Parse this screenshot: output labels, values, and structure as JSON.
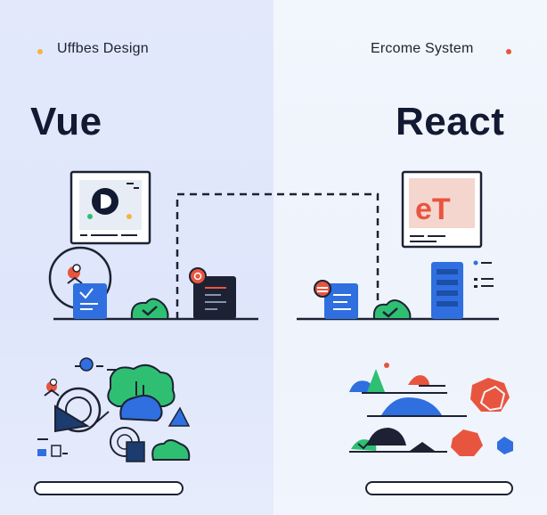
{
  "left": {
    "subtitle": "Uffbes Design",
    "title": "Vue",
    "accent_dot": "#f4b443"
  },
  "right": {
    "subtitle": "Ercome System",
    "title": "React",
    "accent_dot": "#e8553f"
  },
  "colors": {
    "navy": "#1c2233",
    "blue": "#2f6fe0",
    "green": "#2fbf72",
    "red": "#e8553f",
    "orange": "#f4b443"
  },
  "icons": [
    "browser-window-icon",
    "logo-o-icon",
    "chat-bubble-icon",
    "server-rack-icon",
    "cloud-check-icon",
    "mountain-icon"
  ]
}
